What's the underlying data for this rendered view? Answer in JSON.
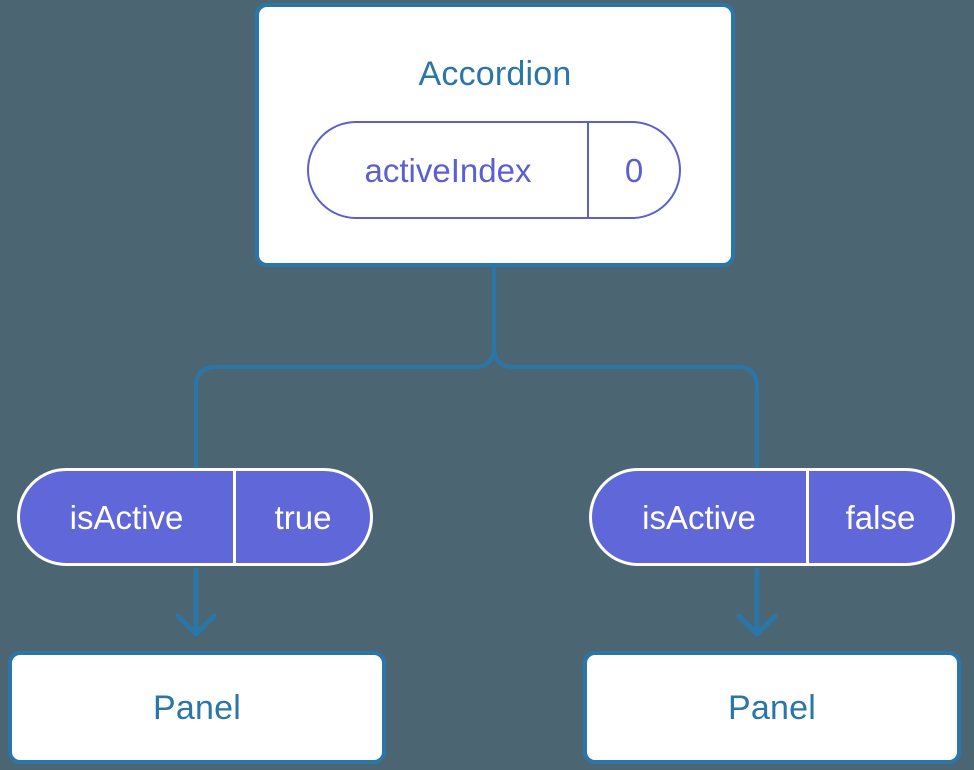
{
  "diagram": {
    "type": "component-tree",
    "background_color": "#4b6672",
    "colors": {
      "component_border": "#2b76a8",
      "component_text": "#2b76a8",
      "state_pill_outline": "#5b5fd0",
      "prop_pill_fill": "#6067d8",
      "prop_pill_text": "#ffffff",
      "connector": "#2b76a8",
      "arrow": "#2b76a8"
    },
    "root": {
      "title": "Accordion",
      "state": {
        "key": "activeIndex",
        "value": "0"
      }
    },
    "branches": [
      {
        "prop": {
          "key": "isActive",
          "value": "true"
        },
        "child": {
          "title": "Panel"
        }
      },
      {
        "prop": {
          "key": "isActive",
          "value": "false"
        },
        "child": {
          "title": "Panel"
        }
      }
    ]
  }
}
